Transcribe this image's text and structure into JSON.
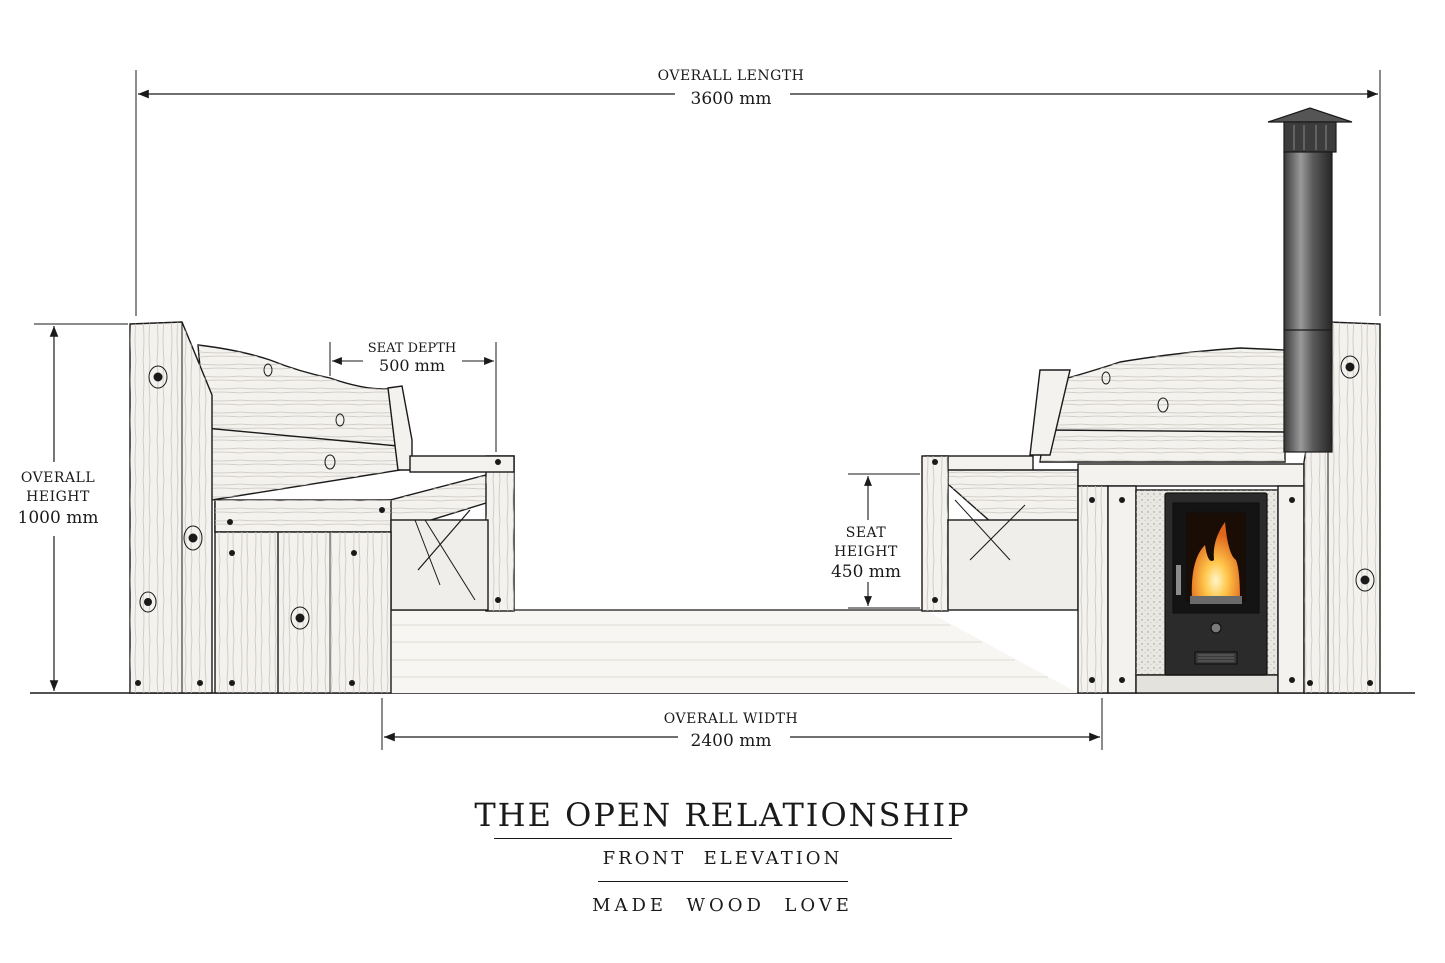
{
  "dimensions": {
    "overall_length": {
      "label": "OVERALL LENGTH",
      "value": "3600 mm"
    },
    "overall_height": {
      "label_line1": "OVERALL",
      "label_line2": "HEIGHT",
      "value": "1000 mm"
    },
    "seat_depth": {
      "label": "SEAT DEPTH",
      "value": "500 mm"
    },
    "seat_height": {
      "label_line1": "SEAT",
      "label_line2": "HEIGHT",
      "value": "450 mm"
    },
    "overall_width": {
      "label": "OVERALL WIDTH",
      "value": "2400 mm"
    }
  },
  "title_block": {
    "title": "THE OPEN RELATIONSHIP",
    "subtitle": "FRONT  ELEVATION",
    "brand": "MADE  WOOD  LOVE"
  },
  "colors": {
    "ink": "#1a1a1a",
    "wood_fill": "#f4f2ee",
    "fire": "#f29a2e",
    "stove": "#2b2b2b"
  }
}
